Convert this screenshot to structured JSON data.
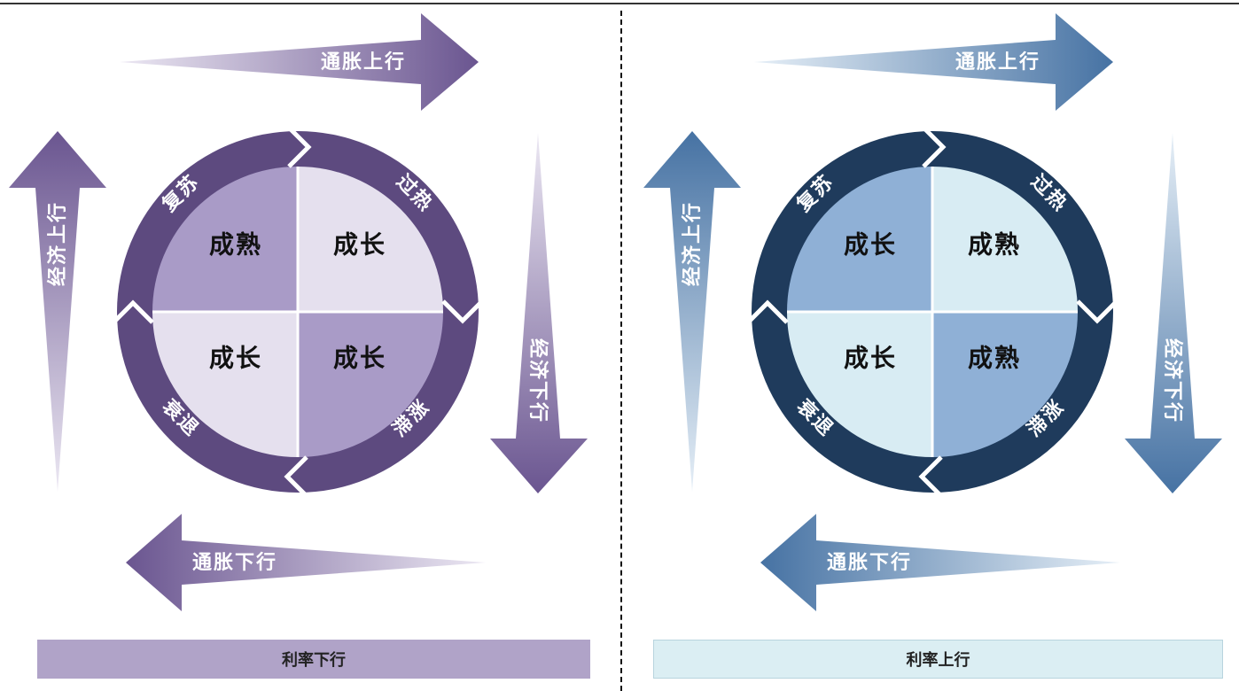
{
  "panels": [
    {
      "id": "left",
      "colors": {
        "ring": "#5d4a7f",
        "dark_quad": "#a99bc7",
        "light_quad": "#e5e0ee",
        "arrow_dark": "#6a5590",
        "arrow_light": "#ece8f3"
      },
      "arrows": {
        "top": "通胀上行",
        "bottom": "通胀下行",
        "left": "经济上行",
        "right": "经济下行"
      },
      "ring_labels": {
        "top_left": "复苏",
        "top_right": "过热",
        "bottom_right": "滞涨",
        "bottom_left": "衰退"
      },
      "quadrants": {
        "top_left": "成熟",
        "top_right": "成长",
        "bottom_left": "成长",
        "bottom_right": "成长"
      },
      "footer": "利率下行"
    },
    {
      "id": "right",
      "colors": {
        "ring": "#1f3b5c",
        "dark_quad": "#8fb0d6",
        "light_quad": "#d8ecf3",
        "arrow_dark": "#4672a3",
        "arrow_light": "#e6eff7"
      },
      "arrows": {
        "top": "通胀上行",
        "bottom": "通胀下行",
        "left": "经济上行",
        "right": "经济下行"
      },
      "ring_labels": {
        "top_left": "复苏",
        "top_right": "过热",
        "bottom_right": "滞涨",
        "bottom_left": "衰退"
      },
      "quadrants": {
        "top_left": "成长",
        "top_right": "成熟",
        "bottom_left": "成长",
        "bottom_right": "成熟"
      },
      "footer": "利率上行"
    }
  ]
}
